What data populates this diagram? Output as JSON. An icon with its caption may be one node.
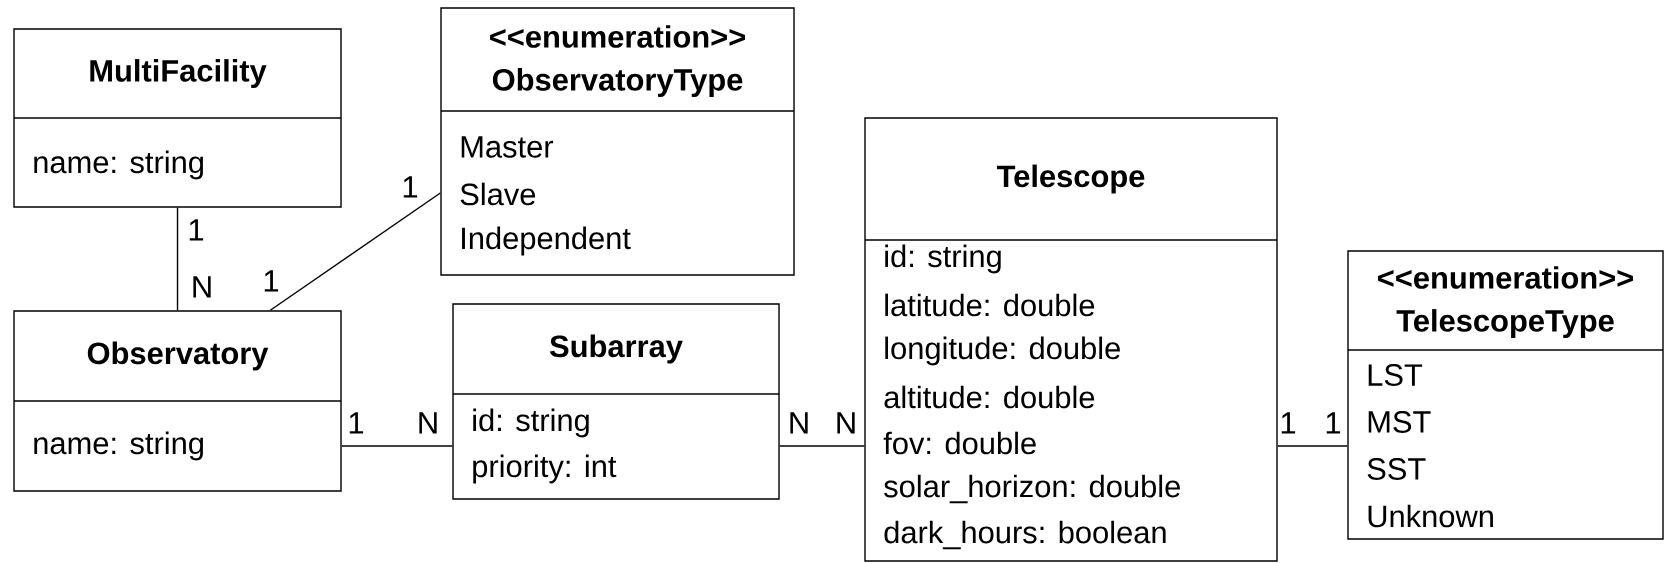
{
  "diagram": {
    "nodes": [
      {
        "text": [
          "MultiFacility",
          "name: string"
        ]
      },
      {
        "text": [
          "<<enumeration>>",
          "ObservatoryType",
          "Master",
          "Slave",
          "Independent"
        ]
      },
      {
        "text": [
          "Observatory",
          "name: string"
        ]
      },
      {
        "text": [
          "Subarray",
          "id: string",
          "priority: int"
        ]
      },
      {
        "text": [
          "Telescope",
          "id: string",
          "latitude: double",
          "longitude: double",
          "altitude: double",
          "fov: double",
          "solar_horizon: double",
          "dark_hours: boolean"
        ]
      },
      {
        "text": [
          "<<enumeration>>",
          "TelescopeType",
          "LST",
          "MST",
          "SST",
          "Unknown"
        ]
      }
    ],
    "edges": [
      {
        "from": 0,
        "to": 2,
        "arrow": "none"
      },
      {
        "from": 2,
        "to": 1,
        "arrow": "none"
      },
      {
        "from": 2,
        "to": 3,
        "arrow": "none"
      },
      {
        "from": 3,
        "to": 4,
        "arrow": "none"
      },
      {
        "from": 4,
        "to": 5,
        "arrow": "none"
      }
    ],
    "labels": [
      "1",
      "1",
      "N",
      "1",
      "1",
      "N",
      "N",
      "N",
      "1",
      "1"
    ]
  }
}
